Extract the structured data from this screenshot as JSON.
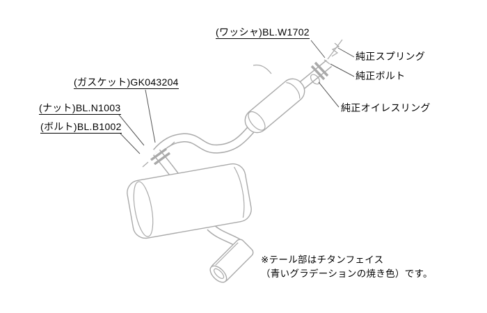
{
  "labels": {
    "washer": "(ワッシャ)BL.W1702",
    "oem_spring": "純正スプリング",
    "oem_bolt": "純正ボルト",
    "oem_oiles_ring": "純正オイレスリング",
    "gasket": "(ガスケット)GK043204",
    "nut": "(ナット)BL.N1003",
    "bolt": "(ボルト)BL.B1002"
  },
  "note": {
    "line1": "※テール部はチタンフェイス",
    "line2": "（青いグラデーションの焼き色）です。"
  },
  "colors": {
    "line": "#a9a9a9",
    "leader": "#555555",
    "text": "#000000"
  }
}
